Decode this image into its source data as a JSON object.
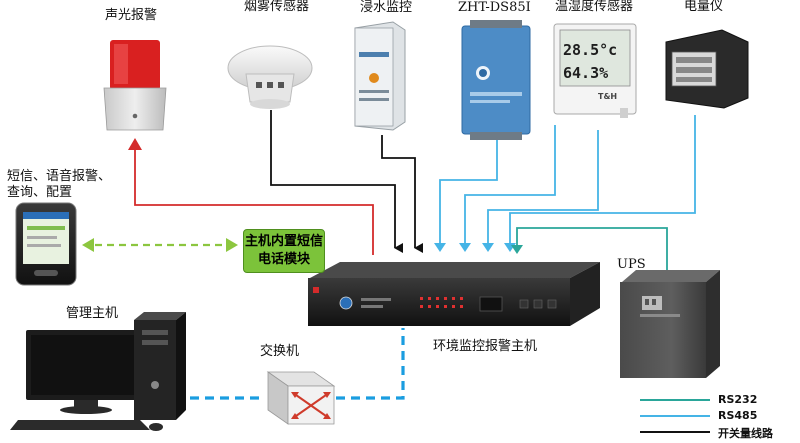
{
  "devices": {
    "alarm": "声光报警",
    "smoke": "烟雾传感器",
    "water": "浸水监控",
    "ds85": "ZHT-DS85I",
    "temp_humidity": "温湿度传感器",
    "meter": "电量仪"
  },
  "phone": {
    "label_line1": "短信、语音报警、",
    "label_line2": "查询、配置"
  },
  "module": {
    "line1": "主机内置短信",
    "line2": "电话模块"
  },
  "host": {
    "label": "环境监控报警主机"
  },
  "ups": {
    "label": "UPS"
  },
  "pc": {
    "label": "管理主机"
  },
  "switch": {
    "label": "交换机"
  },
  "display_readout": {
    "temp": "28.5°c",
    "humidity": "64.3%",
    "brand": "T&H"
  },
  "legend": [
    {
      "label": "RS232",
      "color": "#2aa69a"
    },
    {
      "label": "RS485",
      "color": "#45b4e6"
    },
    {
      "label": "开关量线路",
      "color": "#111111"
    }
  ],
  "colors": {
    "alarm_line": "#d42b2b",
    "network_line": "#1a9de0",
    "sms_line": "#8cc63f",
    "module_fill": "#7cc33a"
  }
}
